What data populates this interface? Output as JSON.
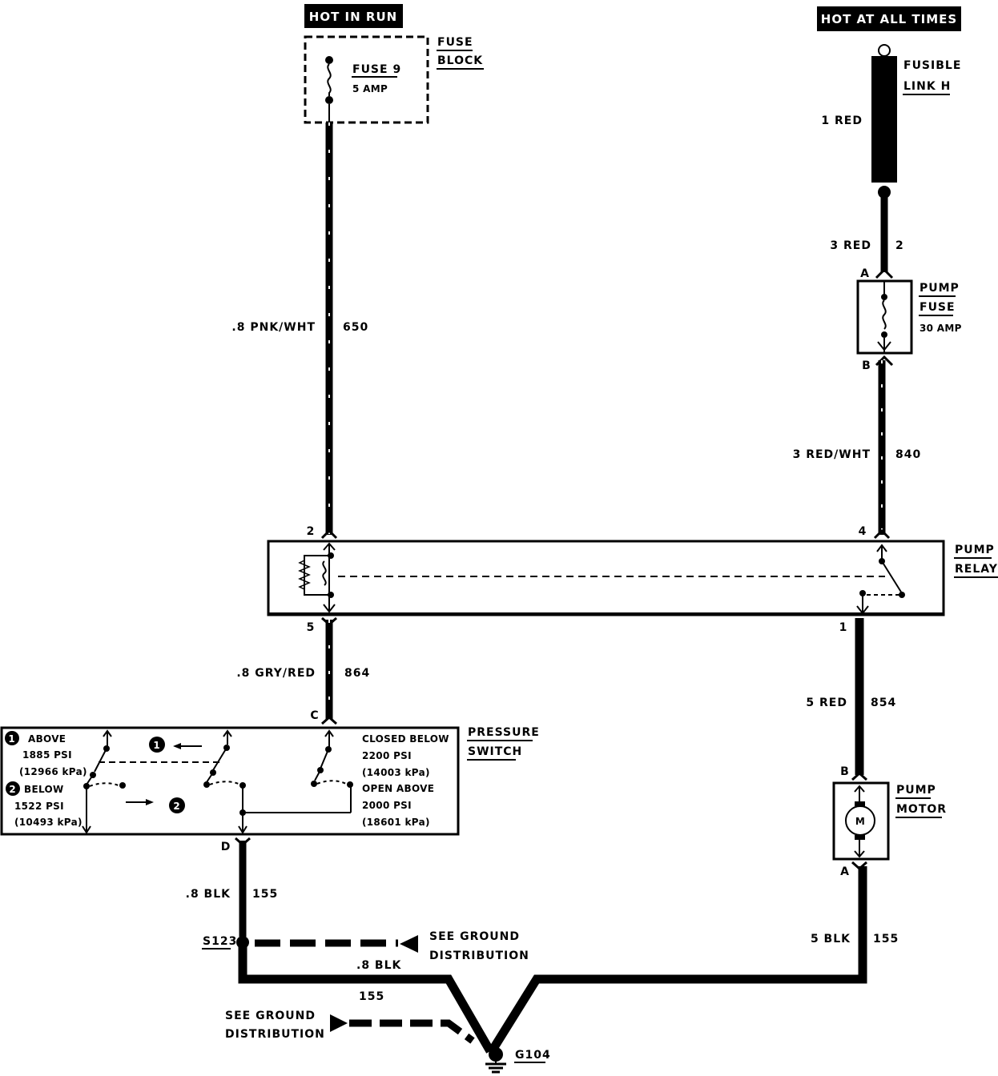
{
  "headers": {
    "hot_in_run": "HOT IN RUN",
    "hot_at_all_times": "HOT AT ALL TIMES"
  },
  "fuse_block": {
    "title_line1": "FUSE",
    "title_line2": "BLOCK",
    "fuse_name": "FUSE 9",
    "fuse_rating": "5 AMP"
  },
  "fusible_link": {
    "title_line1": "FUSIBLE",
    "title_line2": "LINK H",
    "wire": "1 RED"
  },
  "wires": {
    "w650_gauge": ".8 PNK/WHT",
    "w650_circuit": "650",
    "w2_gauge": "3 RED",
    "w2_circuit": "2",
    "w840_gauge": "3 RED/WHT",
    "w840_circuit": "840",
    "w864_gauge": ".8 GRY/RED",
    "w864_circuit": "864",
    "w854_gauge": "5 RED",
    "w854_circuit": "854",
    "w155_left_gauge": ".8 BLK",
    "w155_left_circuit": "155",
    "w155_right_gauge": "5 BLK",
    "w155_right_circuit": "155",
    "w155_bottom_gauge": ".8 BLK",
    "w155_bottom_circuit": "155"
  },
  "pump_fuse": {
    "title_line1": "PUMP",
    "title_line2": "FUSE",
    "rating": "30 AMP",
    "pin_a": "A",
    "pin_b": "B"
  },
  "pump_relay": {
    "title_line1": "PUMP",
    "title_line2": "RELAY",
    "pin_2": "2",
    "pin_4": "4",
    "pin_5": "5",
    "pin_1": "1"
  },
  "pressure_switch": {
    "title_line1": "PRESSURE",
    "title_line2": "SWITCH",
    "pin_c": "C",
    "pin_d": "D",
    "badge_1": "1",
    "badge_2": "2",
    "above": "ABOVE",
    "above_psi": "1885 PSI",
    "above_kpa": "(12966 kPa)",
    "below": "BELOW",
    "below_psi": "1522 PSI",
    "below_kpa": "(10493 kPa)",
    "closed_below": "CLOSED BELOW",
    "closed_psi": "2200 PSI",
    "closed_kpa": "(14003 kPa)",
    "open_above": "OPEN ABOVE",
    "open_psi": "2000 PSI",
    "open_kpa": "(18601 kPa)"
  },
  "pump_motor": {
    "title_line1": "PUMP",
    "title_line2": "MOTOR",
    "symbol": "M",
    "pin_b": "B",
    "pin_a": "A"
  },
  "ground": {
    "splice": "S123",
    "ground_id": "G104",
    "see_ground_1_line1": "SEE GROUND",
    "see_ground_1_line2": "DISTRIBUTION",
    "see_ground_2_line1": "SEE GROUND",
    "see_ground_2_line2": "DISTRIBUTION"
  }
}
